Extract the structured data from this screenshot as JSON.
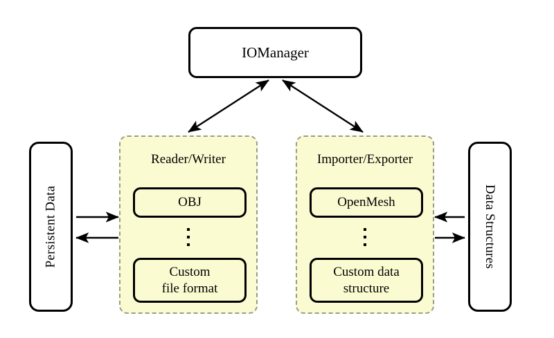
{
  "diagram": {
    "title_node": {
      "label": "IOManager"
    },
    "left_side_node": {
      "label": "Persistent Data",
      "orientation": "rotate-ccw"
    },
    "right_side_node": {
      "label": "Data Structures",
      "orientation": "rotate-cw"
    },
    "groups": [
      {
        "title": "Reader/Writer",
        "top_item": "OBJ",
        "ellipsis": "⋮",
        "bottom_item_line1": "Custom",
        "bottom_item_line2": "file format"
      },
      {
        "title": "Importer/Exporter",
        "top_item": "OpenMesh",
        "ellipsis": "⋮",
        "bottom_item_line1": "Custom data",
        "bottom_item_line2": "structure"
      }
    ],
    "connections": [
      {
        "name": "iomanager-to-readerwriter",
        "style": "double-headed-diagonal"
      },
      {
        "name": "iomanager-to-importerexporter",
        "style": "double-headed-diagonal"
      },
      {
        "name": "persistent-data-to-readerwriter",
        "style": "arrow-right"
      },
      {
        "name": "readerwriter-to-persistent-data",
        "style": "arrow-left"
      },
      {
        "name": "data-structures-to-importerexporter",
        "style": "arrow-left"
      },
      {
        "name": "importerexporter-to-data-structures",
        "style": "arrow-right"
      }
    ],
    "colors": {
      "group_fill": "#fbfbd2",
      "group_border": "#9a9a8a",
      "node_border": "#000000",
      "background": "#ffffff"
    }
  }
}
